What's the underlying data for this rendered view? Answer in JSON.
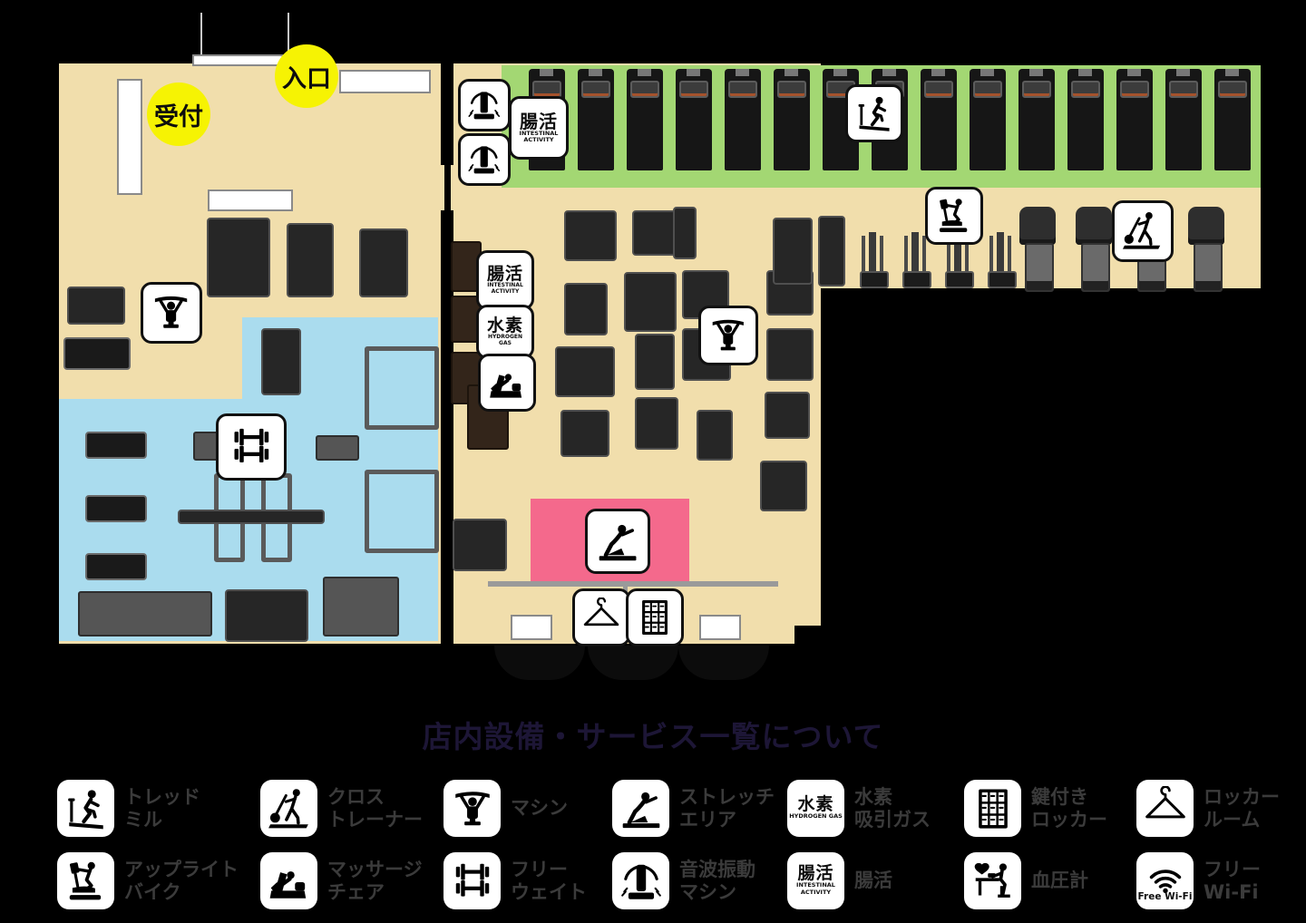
{
  "map": {
    "labels": {
      "reception": "受付",
      "entrance": "入口"
    },
    "badges": {
      "intestinal": {
        "jp": "腸活",
        "en": "INTESTINAL ACTIVITY"
      },
      "hydrogen": {
        "jp": "水素",
        "en": "HYDROGEN GAS"
      }
    },
    "colors": {
      "floor": "#f1deac",
      "cardio_zone": "#a3d773",
      "free_weight_zone": "#aadcee",
      "stretch_zone": "#f4698c",
      "label_circle": "#f6f303"
    },
    "equipment_counts": {
      "treadmills": 15,
      "upright_bikes": 4,
      "cross_trainers": 4
    }
  },
  "legend": {
    "title": "店内設備・サービス一覧について",
    "wifi_box_label": "Free Wi-Fi",
    "rows": [
      [
        {
          "icon": "treadmill-icon",
          "line1": "トレッド",
          "line2": "ミル"
        },
        {
          "icon": "cross-trainer-icon",
          "line1": "クロス",
          "line2": "トレーナー"
        },
        {
          "icon": "machine-icon",
          "line1": "マシン",
          "line2": ""
        },
        {
          "icon": "stretch-icon",
          "line1": "ストレッチ",
          "line2": "エリア"
        },
        {
          "icon": "hydrogen-gas-icon",
          "line1": "水素",
          "line2": "吸引ガス"
        },
        {
          "icon": "locker-icon",
          "line1": "鍵付き",
          "line2": "ロッカー"
        },
        {
          "icon": "hanger-icon",
          "line1": "ロッカー",
          "line2": "ルーム"
        }
      ],
      [
        {
          "icon": "upright-bike-icon",
          "line1": "アップライト",
          "line2": "バイク"
        },
        {
          "icon": "massage-chair-icon",
          "line1": "マッサージ",
          "line2": "チェア"
        },
        {
          "icon": "free-weight-icon",
          "line1": "フリー",
          "line2": "ウェイト"
        },
        {
          "icon": "vibration-machine-icon",
          "line1": "音波振動",
          "line2": "マシン"
        },
        {
          "icon": "intestinal-icon",
          "line1": "腸活",
          "line2": ""
        },
        {
          "icon": "blood-pressure-icon",
          "line1": "血圧計",
          "line2": ""
        },
        {
          "icon": "free-wifi-icon",
          "line1": "フリー",
          "line2": "Wi-Fi"
        }
      ]
    ]
  }
}
